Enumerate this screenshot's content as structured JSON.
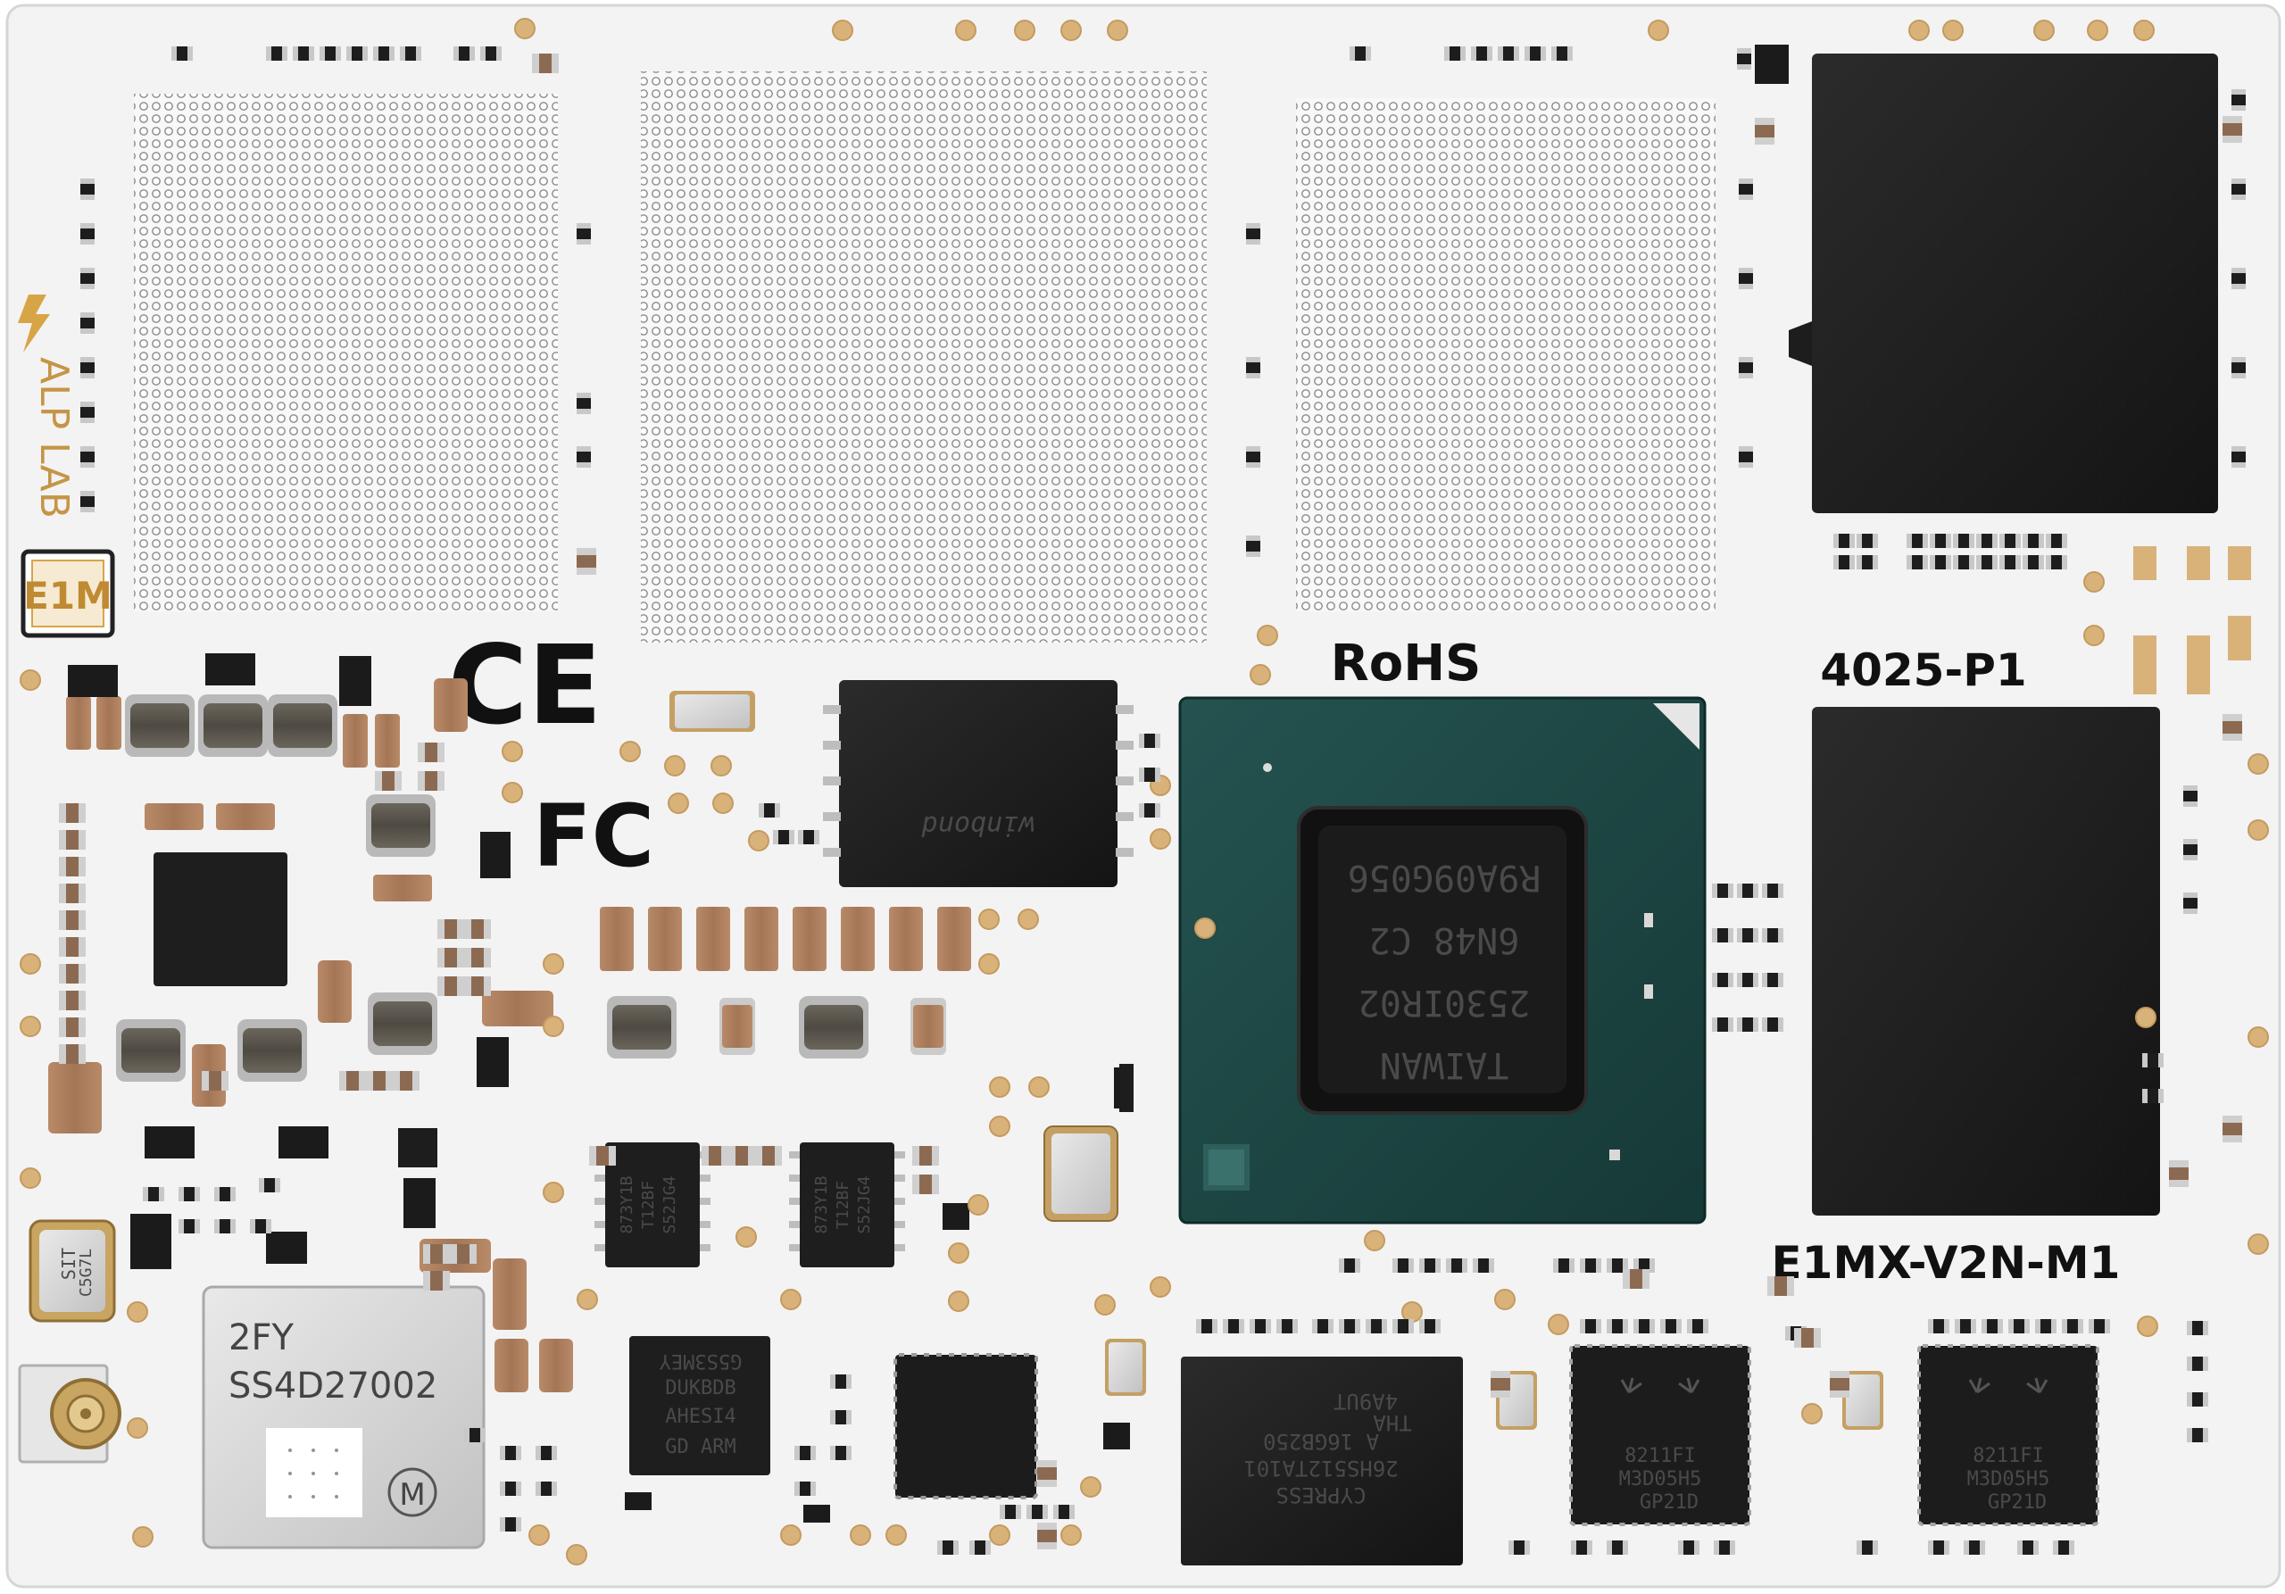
{
  "board": {
    "brand": "ALP LAB",
    "logo_mark": "E1M",
    "compliance_marks": [
      "CE",
      "FC",
      "RoHS"
    ],
    "part_number": "4025-P1",
    "model": "E1MX-V2N-M1"
  },
  "soc": {
    "lines": [
      "R9A09G056",
      "6N48  C2",
      "2530IR02",
      "TAIWAN"
    ]
  },
  "wifi_module": {
    "line1": "2FY",
    "line2": "SS4D27002",
    "mark": "M"
  },
  "nand_chip": {
    "lines": [
      "winbond"
    ]
  },
  "cypress_chip": {
    "lines": [
      "CYPRESS",
      "26HS512TA101",
      "A 16GB250",
      "4A9UT",
      "THA"
    ]
  },
  "ethernet_phys": [
    {
      "lines": [
        "8211FI",
        "M3D05H5",
        "GP21D"
      ]
    },
    {
      "lines": [
        "8211FI",
        "M3D05H5",
        "GP21D"
      ]
    }
  ],
  "small_ic": {
    "lines": [
      "G5S3MEY",
      "DUKBDB",
      "AHESI4",
      "GD  ARM"
    ]
  },
  "regulators": [
    {
      "lines": [
        "873Y1B",
        "T12BF",
        "S52JG4"
      ]
    },
    {
      "lines": [
        "873Y1B",
        "T12BF",
        "S52JG4"
      ]
    }
  ],
  "crystal": {
    "lines": [
      "SIT",
      "C5G7L"
    ]
  },
  "colors": {
    "pcb": "#f3f3f3",
    "chip": "#1f1f1f",
    "soc_substrate": "#1e4845",
    "gold_pad": "#d9b27a",
    "silkscreen": "#111111",
    "brand_accent": "#d8a546"
  }
}
